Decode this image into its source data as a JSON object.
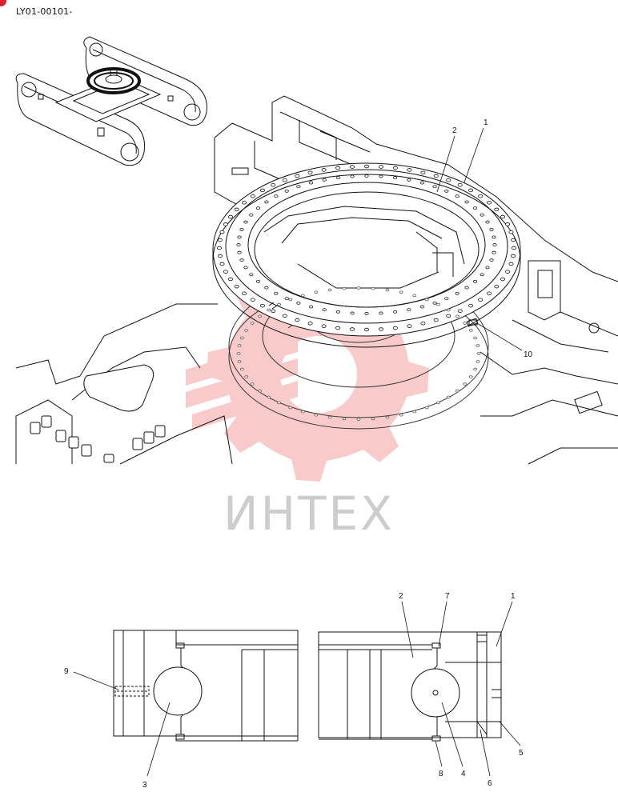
{
  "header": {
    "serial_range": "LY01-00101-"
  },
  "watermark": {
    "text": "ИНТЕХ",
    "color": "#f06b6b",
    "text_color": "#c8c8c8"
  },
  "accent": {
    "corner_mark_color": "#e0202a"
  },
  "upper_view": {
    "callouts": {
      "c1": "1",
      "c2": "2",
      "c10": "10"
    }
  },
  "section_view": {
    "callouts": {
      "c1": "1",
      "c2": "2",
      "c3": "3",
      "c4": "4",
      "c5": "5",
      "c6": "6",
      "c7": "7",
      "c8": "8",
      "c9": "9"
    }
  }
}
